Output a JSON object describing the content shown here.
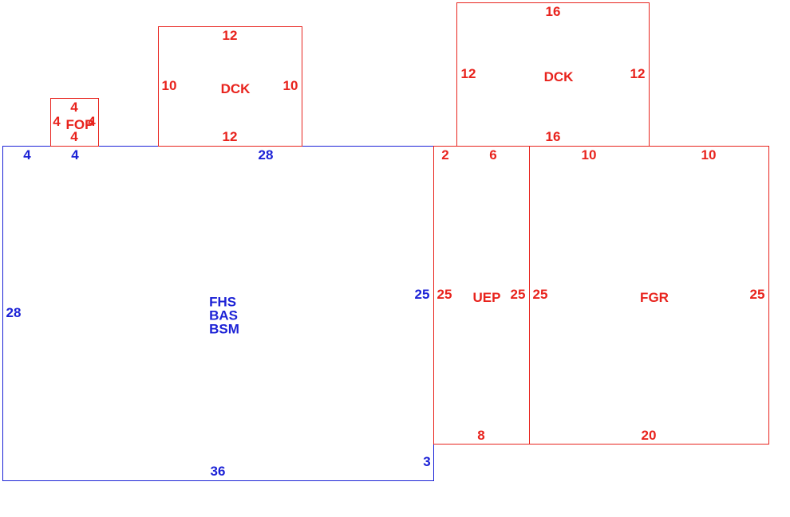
{
  "colors": {
    "red": "#e8231d",
    "blue": "#1c22d6",
    "background": "#ffffff"
  },
  "main": {
    "codes": [
      "FHS",
      "BAS",
      "BSM"
    ],
    "top": "28",
    "bottom": "36",
    "left": "28",
    "right": "25",
    "bottom_right": "3",
    "top_left_a": "4",
    "top_left_b": "4"
  },
  "fop": {
    "label": "FOP",
    "top": "4",
    "bottom": "4",
    "left": "4",
    "right": "4"
  },
  "dck_small": {
    "label": "DCK",
    "top": "12",
    "bottom": "12",
    "left": "10",
    "right": "10"
  },
  "dck_large": {
    "label": "DCK",
    "top": "16",
    "bottom": "16",
    "left": "12",
    "right": "12"
  },
  "uep": {
    "label": "UEP",
    "top_a": "2",
    "top_b": "6",
    "left": "25",
    "right": "25",
    "bottom": "8"
  },
  "fgr": {
    "label": "FGR",
    "top_a": "10",
    "top_b": "10",
    "left": "25",
    "right": "25",
    "bottom": "20"
  }
}
